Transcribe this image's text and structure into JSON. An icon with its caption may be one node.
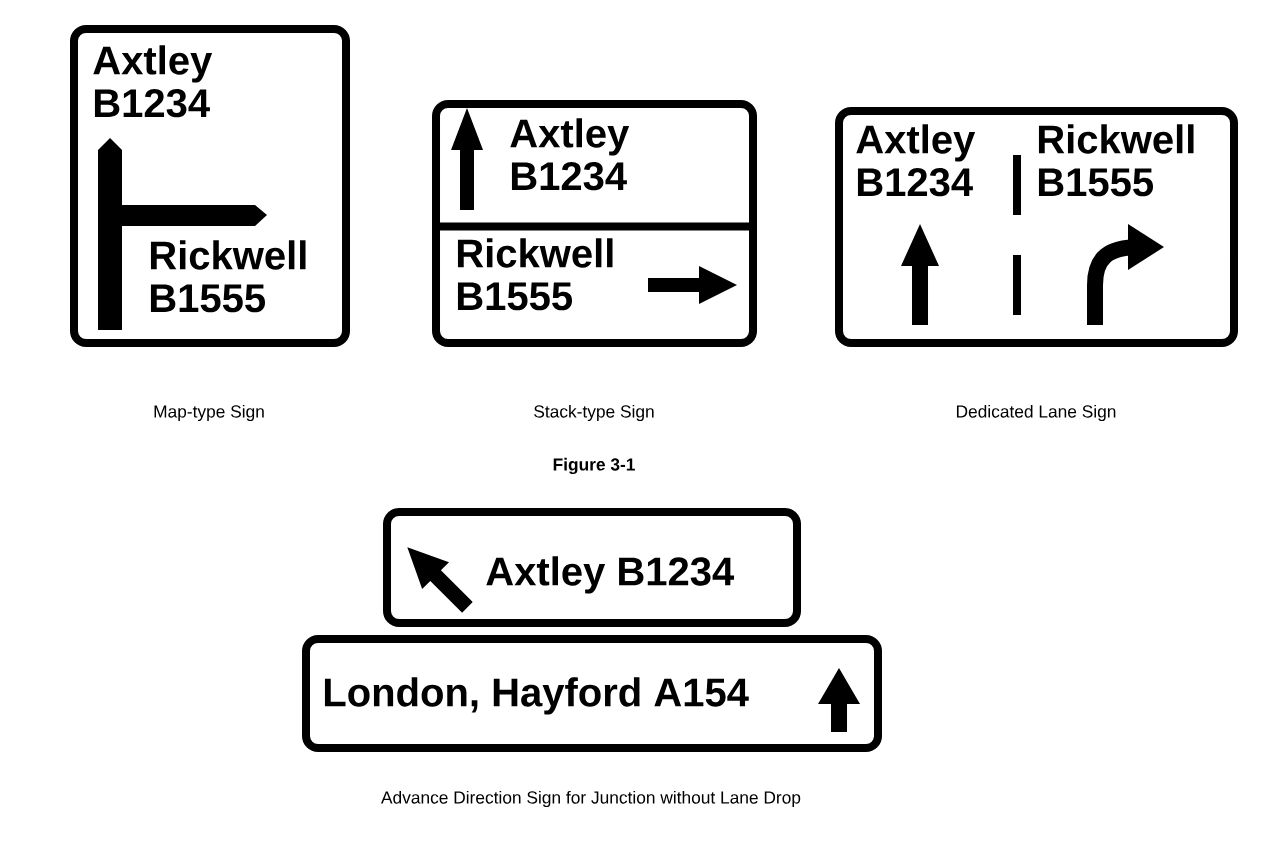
{
  "diagram": {
    "nodes": [
      {
        "text": [
          "Axtley B1234",
          "Rickwell B1555"
        ],
        "beside": [
          "Map-type Sign"
        ]
      },
      {
        "text": [],
        "shape": "box",
        "beside": [
          "Stack-type Sign"
        ]
      },
      {
        "text": [
          "Axtley B1234"
        ],
        "in": 1
      },
      {
        "text": [
          "Rickwell B1555"
        ],
        "in": 1
      },
      {
        "text": [
          "Axtley B1234",
          "Rickwell B1555"
        ],
        "beside": [
          "Dedicated Lane Sign"
        ]
      },
      {
        "text": [
          "Axtley B1234"
        ]
      },
      {
        "text": [
          "London, Hayford A154"
        ]
      }
    ],
    "edges": [],
    "labels": [
      "Figure 3-1",
      "Advance Direction Sign for Junction without Lane Drop"
    ]
  }
}
